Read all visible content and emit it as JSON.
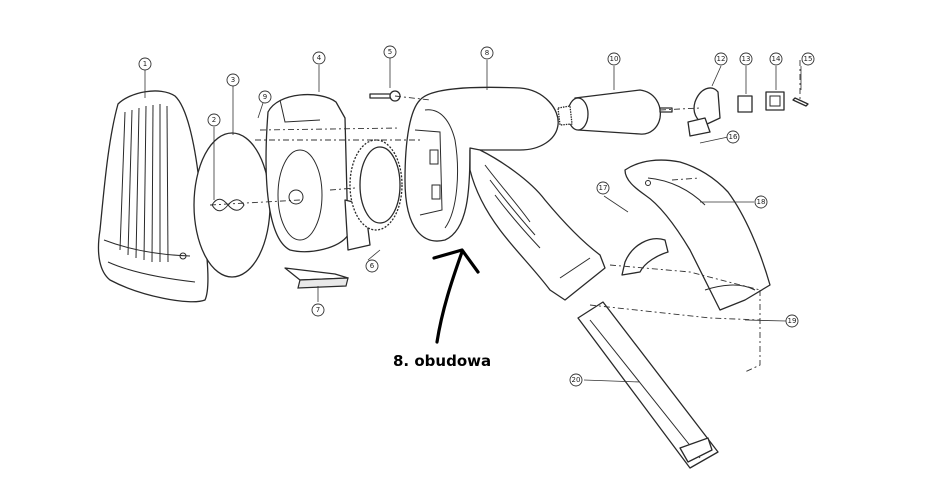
{
  "caption": "8. obudowa",
  "callouts": [
    "1",
    "2",
    "3",
    "4",
    "5",
    "6",
    "7",
    "8",
    "9",
    "10",
    "12",
    "13",
    "14",
    "15",
    "16",
    "17",
    "18",
    "19",
    "20"
  ],
  "colors": {
    "line": "#2a2a2a",
    "background": "#ffffff",
    "arrow": "#000000"
  }
}
